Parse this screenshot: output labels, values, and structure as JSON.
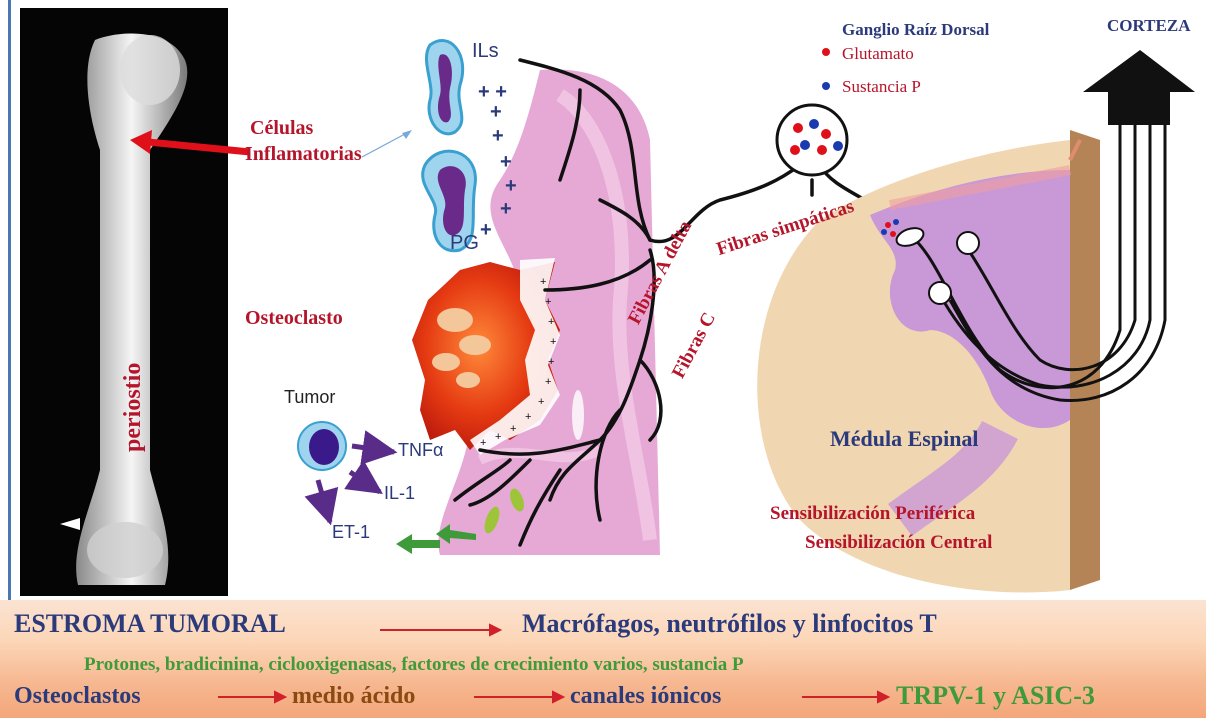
{
  "labels": {
    "celulas_line1": "Células",
    "celulas_line2": "Inflamatorias",
    "osteoclasto": "Osteoclasto",
    "periostio": "periostio",
    "ils": "ILs",
    "pg": "PG",
    "tumor": "Tumor",
    "tnf": "TNFα",
    "il1": "IL-1",
    "et1": "ET-1",
    "fibras_a_delta": "Fibras A delta",
    "fibras_c": "Fibras C",
    "fibras_simpaticas": "Fibras simpáticas",
    "ganglio": "Ganglio Raíz Dorsal",
    "glutamato": "Glutamato",
    "sustancia_p": "Sustancia P",
    "corteza": "CORTEZA",
    "medula": "Médula Espinal",
    "sens_periferica": "Sensibilización Periférica",
    "sens_central": "Sensibilización Central"
  },
  "bottom": {
    "row1_left": "ESTROMA TUMORAL",
    "row1_right": "Macrófagos, neutrófilos y linfocitos T",
    "row2": "Protones, bradicinina, ciclooxigenasas, factores de crecimiento  varios, sustancia P",
    "row3_a": "Osteoclastos",
    "row3_b": "medio ácido",
    "row3_c": "canales iónicos",
    "row3_d": "TRPV-1 y ASIC-3"
  },
  "colors": {
    "label_red": "#b5152b",
    "label_navy": "#2b3a7a",
    "highlight_green": "#3f9a3a",
    "row3_brown": "#8a4a12"
  }
}
